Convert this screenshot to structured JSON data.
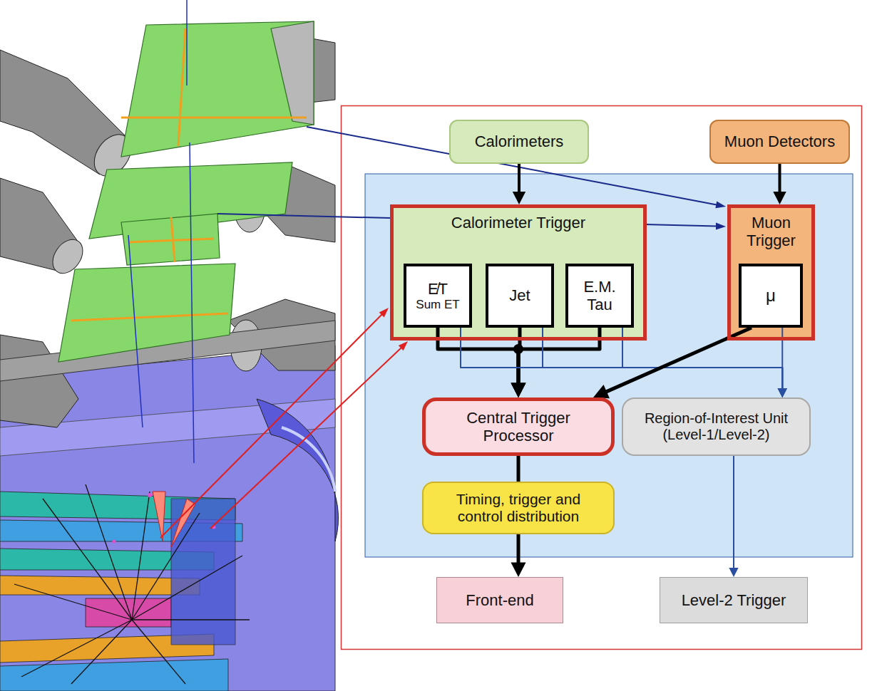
{
  "diagram": {
    "nodes": [
      {
        "text": [
          "Calorimeters"
        ]
      },
      {
        "text": [
          "Muon Detectors"
        ]
      },
      {
        "text": [
          "Calorimeter Trigger"
        ]
      },
      {
        "text": [
          "E̸T",
          "Sum ET"
        ],
        "in": 2
      },
      {
        "text": [
          "Jet"
        ],
        "in": 2
      },
      {
        "text": [
          "E.M. Tau"
        ],
        "in": 2
      },
      {
        "text": [
          "Muon Trigger"
        ]
      },
      {
        "text": [
          "μ"
        ],
        "in": 6
      },
      {
        "text": [
          "Central Trigger Processor"
        ]
      },
      {
        "text": [
          "Region-of-Interest Unit (Level-1/Level-2)"
        ]
      },
      {
        "text": [
          "Timing, trigger and control distribution"
        ]
      },
      {
        "text": [
          "Front-end"
        ]
      },
      {
        "text": [
          "Level-2 Trigger"
        ]
      }
    ],
    "edges": [
      {
        "from": 0,
        "to": 2,
        "arrow": "to"
      },
      {
        "from": 1,
        "to": 6,
        "arrow": "to"
      },
      {
        "from": 3,
        "to": 8,
        "arrow": "to"
      },
      {
        "from": 4,
        "to": 8,
        "arrow": "to"
      },
      {
        "from": 5,
        "to": 8,
        "arrow": "to"
      },
      {
        "from": 3,
        "to": 9,
        "arrow": "to"
      },
      {
        "from": 4,
        "to": 9,
        "arrow": "to"
      },
      {
        "from": 5,
        "to": 9,
        "arrow": "to"
      },
      {
        "from": 7,
        "to": 8,
        "arrow": "to"
      },
      {
        "from": 7,
        "to": 9,
        "arrow": "to"
      },
      {
        "from": 8,
        "to": 10,
        "arrow": "none"
      },
      {
        "from": 10,
        "to": 11,
        "arrow": "to"
      },
      {
        "from": 9,
        "to": 12,
        "arrow": "to"
      }
    ]
  }
}
